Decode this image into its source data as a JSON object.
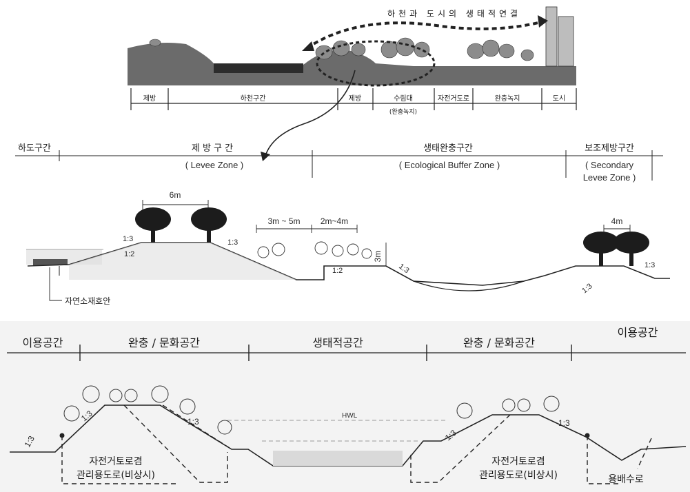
{
  "top_panel": {
    "arrow_caption": "하천과 도시의 생태적연결",
    "zones": [
      "제방",
      "하천구간",
      "제방",
      "수림대",
      "자전거도로",
      "완충녹지",
      "도시"
    ],
    "sub_label": "(완충녹지)"
  },
  "middle_panel": {
    "zone_header": {
      "river": "하도구간",
      "levee_ko": "제 방 구 간",
      "levee_en": "( Levee Zone )",
      "buffer_ko": "생태완충구간",
      "buffer_en": "( Ecological Buffer Zone )",
      "secondary_ko": "보조제방구간",
      "secondary_en_1": "( Secondary",
      "secondary_en_2": "Levee Zone )"
    },
    "dims": {
      "crest_width": "6m",
      "planting_a": "3m ~ 5m",
      "planting_b": "2m~4m",
      "height": "3m",
      "secondary_crest": "4m"
    },
    "slopes": {
      "s1": "1:3",
      "s2": "1:2",
      "s3": "1:3",
      "s4": "1:2",
      "s5": "1:3",
      "s6": "1:3",
      "s7": "1:3"
    },
    "callout": "자연소재호안"
  },
  "bottom_panel": {
    "headers": [
      "이용공간",
      "완충 / 문화공간",
      "생태적공간",
      "완충 / 문화공간",
      "이용공간"
    ],
    "hwl": "HWL",
    "slopes": [
      "1:3",
      "1:3",
      "1:3",
      "1:3",
      "1:3"
    ],
    "path_label_left_1": "자전거토로겸",
    "path_label_left_2": "관리용도로(비상시)",
    "path_label_right_1": "자전거토로겸",
    "path_label_right_2": "관리용도로(비상시)",
    "channel_label": "용배수로"
  }
}
